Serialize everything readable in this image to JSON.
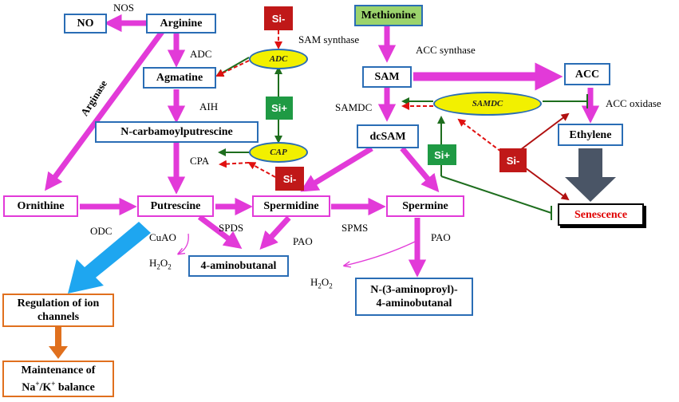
{
  "nodes": {
    "no": "NO",
    "arginine": "Arginine",
    "agmatine": "Agmatine",
    "ncarbamoyl": "N-carbamoylputrescine",
    "ornithine": "Ornithine",
    "putrescine": "Putrescine",
    "spermidine": "Spermidine",
    "spermine": "Spermine",
    "aminobutanal": "4-aminobutanal",
    "naminopropyl_1": "N-(3-aminoproyl)-",
    "naminopropyl_2": "4-aminobutanal",
    "methionine": "Methionine",
    "sam": "SAM",
    "dcsam": "dcSAM",
    "acc": "ACC",
    "ethylene": "Ethylene",
    "senescence": "Senescence",
    "regulation_1": "Regulation of ion",
    "regulation_2": "channels",
    "maintenance_1": "Maintenance of",
    "maintenance_2": "balance"
  },
  "ions": {
    "na": "Na",
    "k": "K",
    "plus": "+"
  },
  "enzymes": {
    "nos": "NOS",
    "adc": "ADC",
    "aih": "AIH",
    "cpa": "CPA",
    "arginase": "Arginase",
    "odc": "ODC",
    "cuao": "CuAO",
    "spds": "SPDS",
    "pao_1": "PAO",
    "spms": "SPMS",
    "pao_2": "PAO",
    "sam_synthase": "SAM synthase",
    "acc_synthase": "ACC synthase",
    "samdc": "SAMDC",
    "acc_oxidase": "ACC oxidase"
  },
  "h2o2": {
    "h": "H",
    "two": "2",
    "o": "O"
  },
  "ellipses": {
    "adc": "ADC",
    "cap": "CAP",
    "samdc": "SAMDC"
  },
  "si": {
    "minus": "Si-",
    "plus": "Si+"
  },
  "colors": {
    "magenta": "#e23ad8",
    "dark_green": "#1e6e1e",
    "red_dashed": "#e01010",
    "dark_red": "#b01010",
    "cyan": "#1ea6f0",
    "orange": "#e0701e",
    "slate": "#4a5566",
    "box_blue": "#2a6db5",
    "methionine_fill": "#9bd36c",
    "ellipse_fill": "#f2f000"
  }
}
